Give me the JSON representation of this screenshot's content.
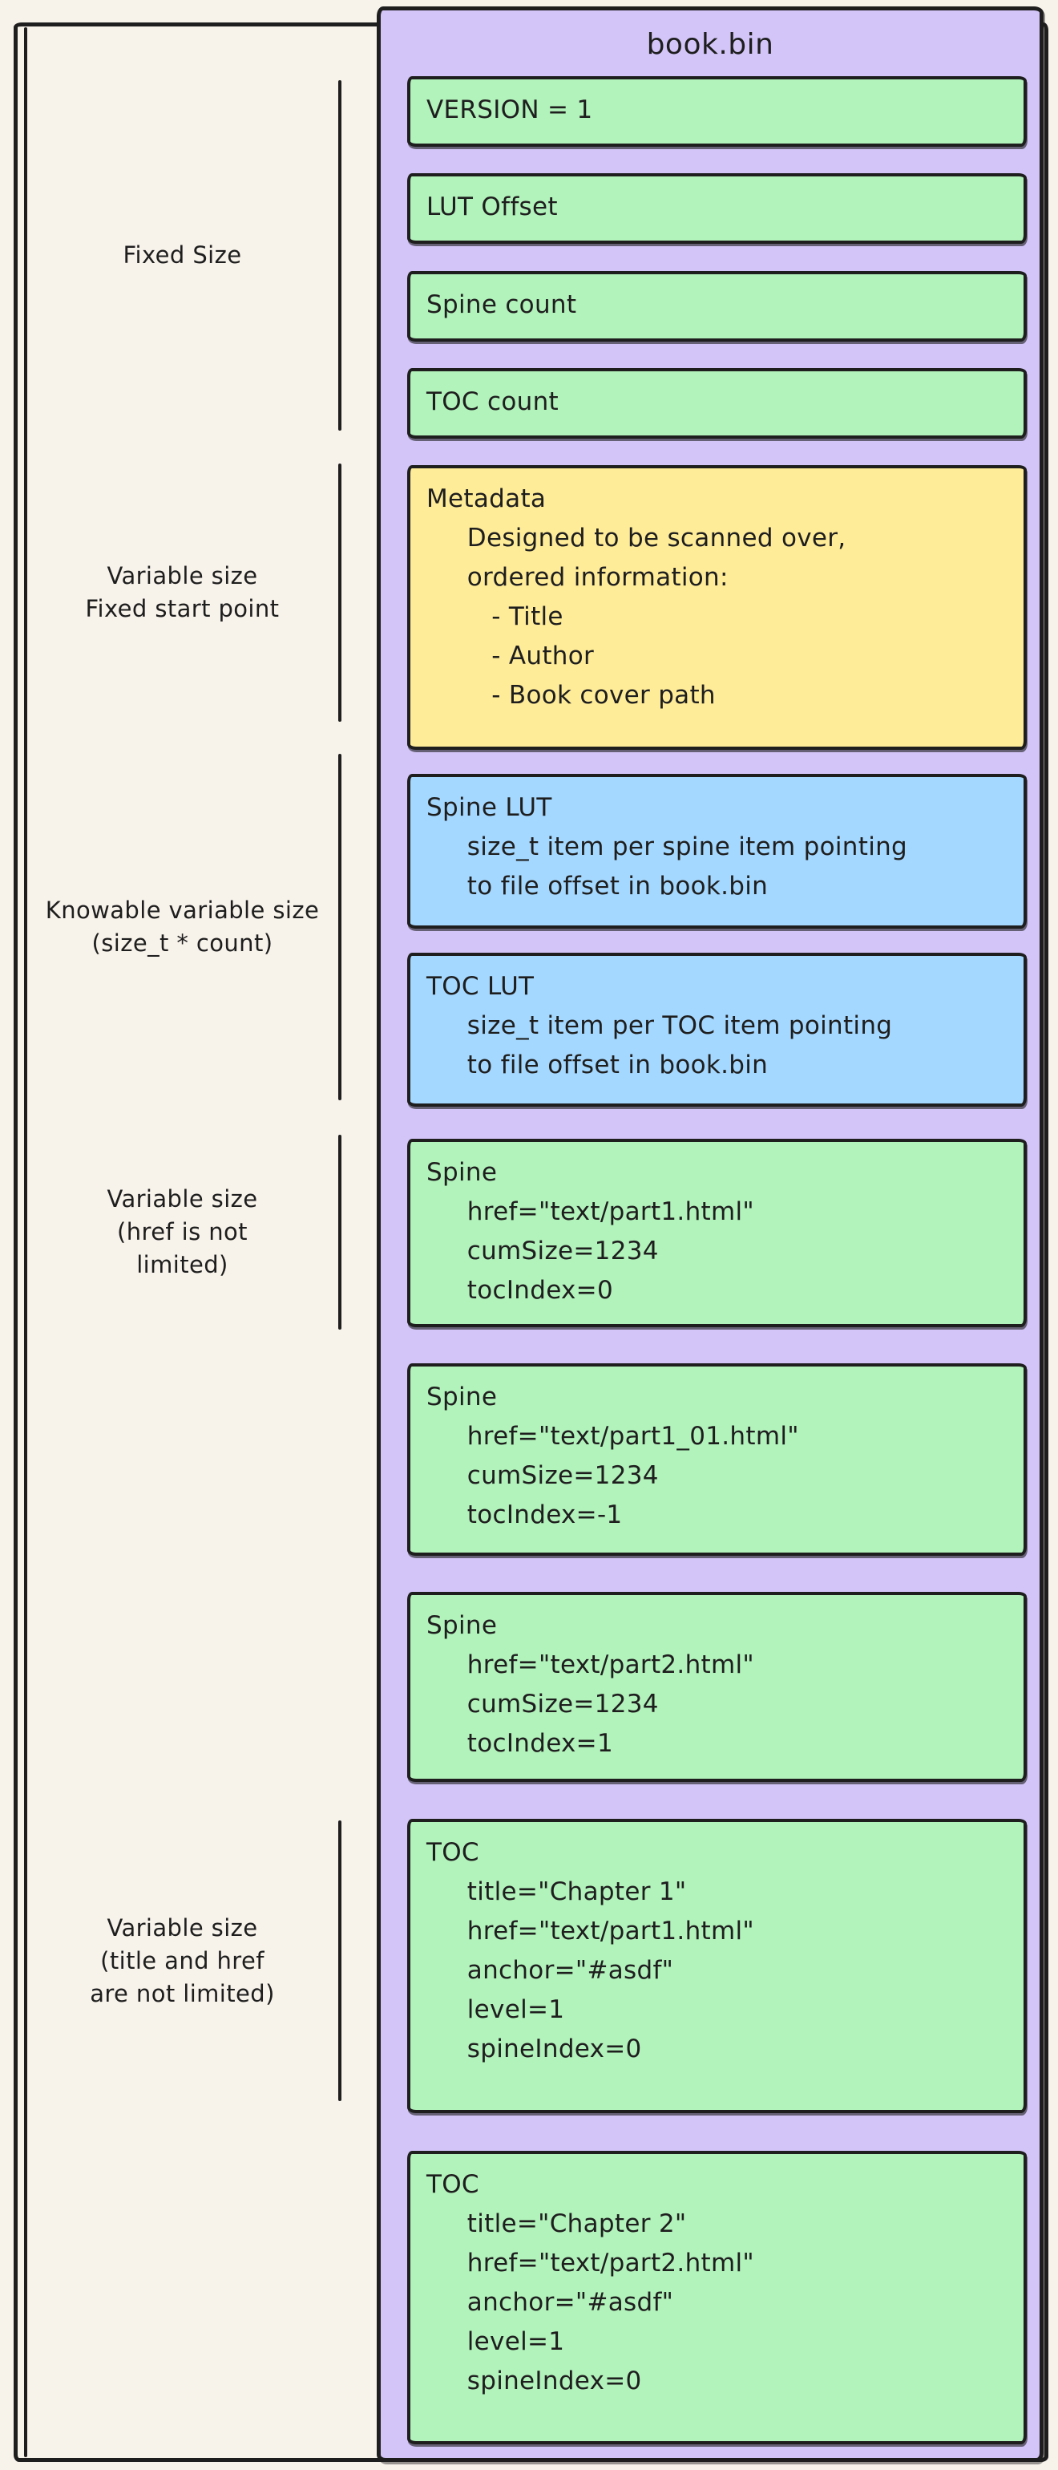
{
  "title": "book.bin",
  "colors": {
    "background": "#f7f2ea",
    "container_purple": "#d3c5f8",
    "record_green": "#b2f2bb",
    "lut_blue": "#a5d8ff",
    "metadata_yellow": "#ffec99",
    "ink": "#1e1e1e"
  },
  "sections": [
    {
      "label": "Fixed Size"
    },
    {
      "label": "Variable size\nFixed start point"
    },
    {
      "label": "Knowable variable size\n(size_t * count)"
    },
    {
      "label": "Variable size\n(href is not\nlimited)"
    },
    {
      "label": "Variable size\n(title and href\nare not limited)"
    }
  ],
  "boxes": [
    {
      "type": "green",
      "lines": [
        "VERSION = 1"
      ]
    },
    {
      "type": "green",
      "lines": [
        "LUT Offset"
      ]
    },
    {
      "type": "green",
      "lines": [
        "Spine count"
      ]
    },
    {
      "type": "green",
      "lines": [
        "TOC count"
      ]
    },
    {
      "type": "yellow",
      "lines": [
        "Metadata",
        "     Designed to be scanned over,",
        "     ordered information:",
        "        - Title",
        "        - Author",
        "        - Book cover path"
      ]
    },
    {
      "type": "blue",
      "lines": [
        "Spine LUT",
        "     size_t item per spine item pointing",
        "     to file offset in book.bin"
      ]
    },
    {
      "type": "blue",
      "lines": [
        "TOC LUT",
        "     size_t item per TOC item pointing",
        "     to file offset in book.bin"
      ]
    },
    {
      "type": "green",
      "lines": [
        "Spine",
        "     href=\"text/part1.html\"",
        "     cumSize=1234",
        "     tocIndex=0"
      ]
    },
    {
      "type": "green",
      "lines": [
        "Spine",
        "     href=\"text/part1_01.html\"",
        "     cumSize=1234",
        "     tocIndex=-1"
      ]
    },
    {
      "type": "green",
      "lines": [
        "Spine",
        "     href=\"text/part2.html\"",
        "     cumSize=1234",
        "     tocIndex=1"
      ]
    },
    {
      "type": "green",
      "lines": [
        "TOC",
        "     title=\"Chapter 1\"",
        "     href=\"text/part1.html\"",
        "     anchor=\"#asdf\"",
        "     level=1",
        "     spineIndex=0"
      ]
    },
    {
      "type": "green",
      "lines": [
        "TOC",
        "     title=\"Chapter 2\"",
        "     href=\"text/part2.html\"",
        "     anchor=\"#asdf\"",
        "     level=1",
        "     spineIndex=0"
      ]
    }
  ]
}
